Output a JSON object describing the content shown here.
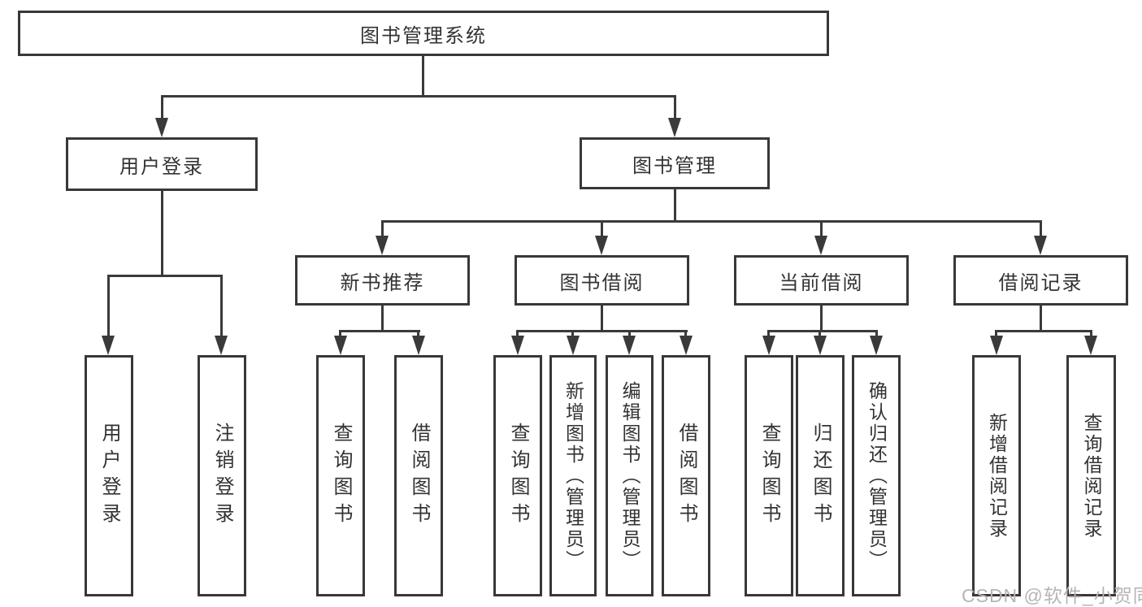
{
  "diagram": {
    "root": {
      "label": "图书管理系统"
    },
    "level2": [
      {
        "id": "user-login",
        "label": "用户登录"
      },
      {
        "id": "book-management",
        "label": "图书管理"
      }
    ],
    "level3": [
      {
        "id": "new-book-recommend",
        "label": "新书推荐"
      },
      {
        "id": "book-borrowing",
        "label": "图书借阅"
      },
      {
        "id": "current-borrowing",
        "label": "当前借阅"
      },
      {
        "id": "borrowing-records",
        "label": "借阅记录"
      }
    ],
    "leaves": [
      {
        "parent": "user-login",
        "label": "用户登录"
      },
      {
        "parent": "user-login",
        "label": "注销登录"
      },
      {
        "parent": "new-book-recommend",
        "label": "查询图书"
      },
      {
        "parent": "new-book-recommend",
        "label": "借阅图书"
      },
      {
        "parent": "book-borrowing",
        "label": "查询图书"
      },
      {
        "parent": "book-borrowing",
        "label": "新增图书（管理员）"
      },
      {
        "parent": "book-borrowing",
        "label": "编辑图书（管理员）"
      },
      {
        "parent": "book-borrowing",
        "label": "借阅图书"
      },
      {
        "parent": "current-borrowing",
        "label": "查询图书"
      },
      {
        "parent": "current-borrowing",
        "label": "归还图书"
      },
      {
        "parent": "current-borrowing",
        "label": "确认归还（管理员）"
      },
      {
        "parent": "borrowing-records",
        "label": "新增借阅记录"
      },
      {
        "parent": "borrowing-records",
        "label": "查询借阅记录"
      }
    ],
    "colors": {
      "line": "#3a3a3a",
      "box_border": "#383838",
      "text": "#333333",
      "background": "#ffffff",
      "watermark_text_color": "#b5b5b5"
    }
  },
  "watermark": {
    "text": "CSDN @软件_小贺同学"
  }
}
